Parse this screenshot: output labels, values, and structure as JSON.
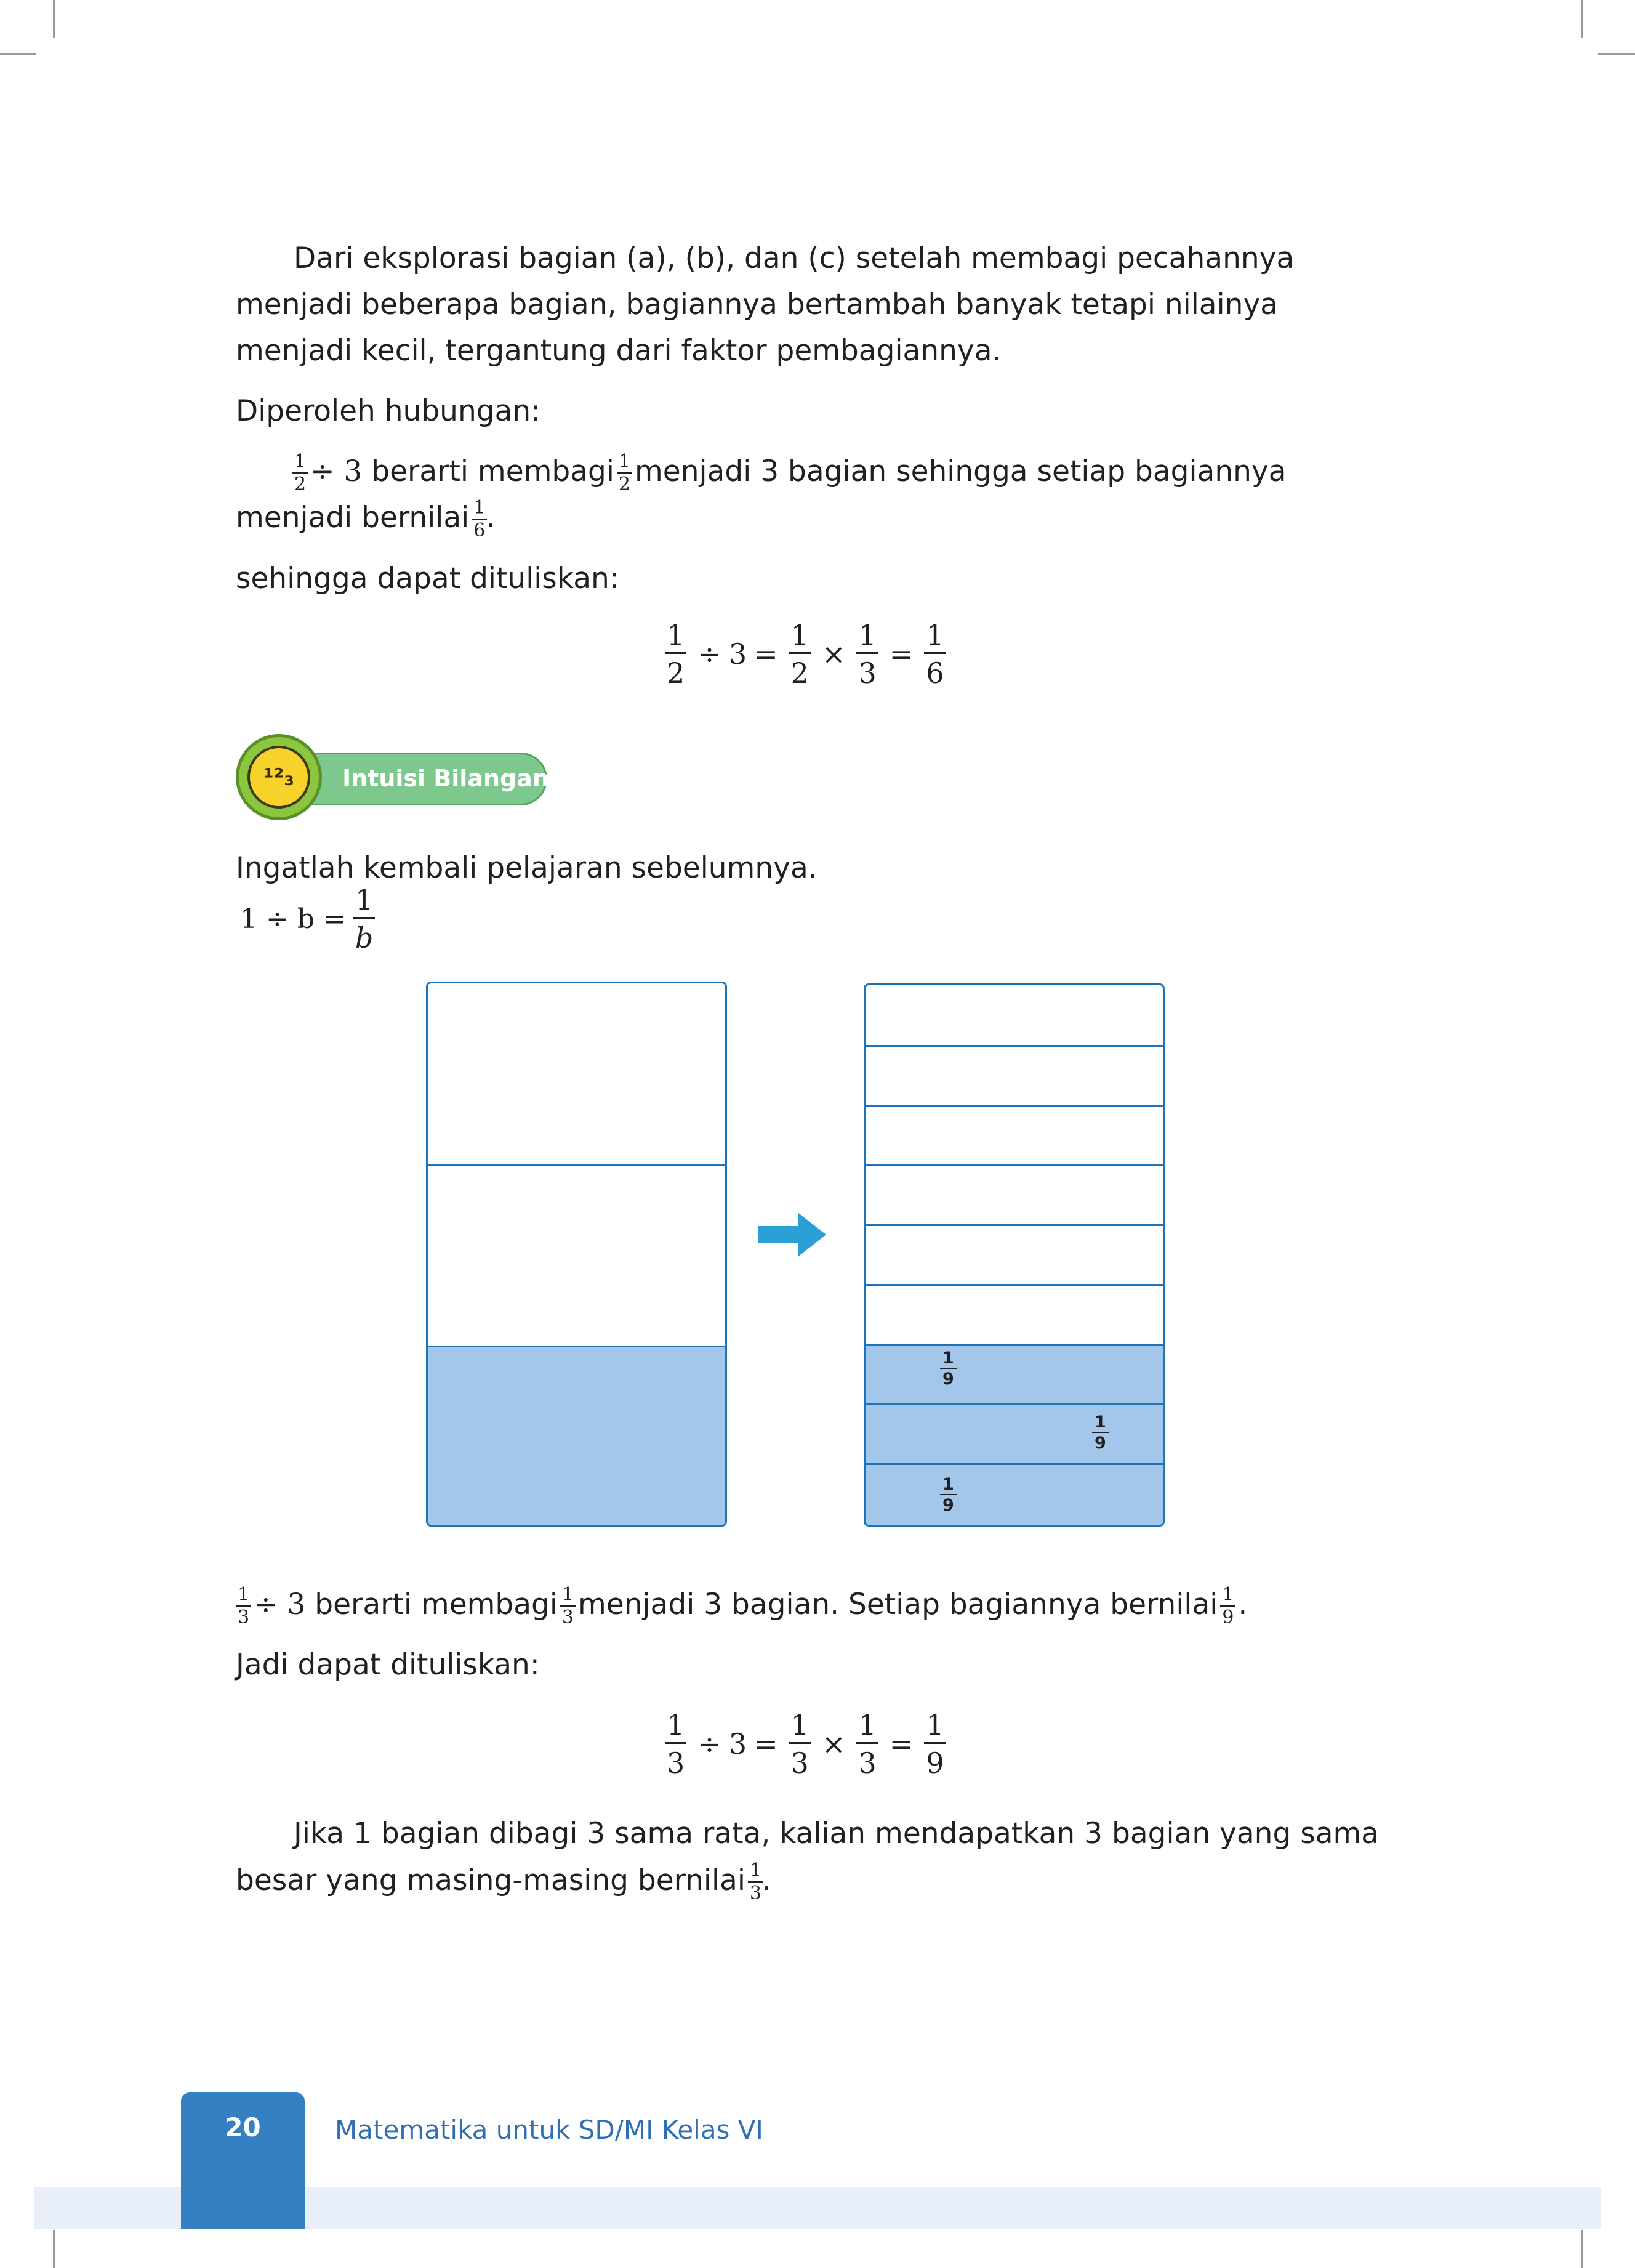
{
  "intro_paragraph": {
    "line1": "Dari eksplorasi bagian (a), (b), dan (c) setelah membagi pecahannya",
    "line2": "menjadi beberapa bagian, bagiannya bertambah banyak tetapi nilainya",
    "line3": "menjadi kecil, tergantung dari faktor pembagiannya."
  },
  "relation_label": "Diperoleh hubungan:",
  "relation_1": {
    "frac_half": {
      "num": "1",
      "den": "2"
    },
    "div_text": "÷ 3",
    "text_a": "berarti membagi",
    "text_b": "menjadi 3 bagian sehingga setiap bagiannya",
    "line2_text": "menjadi bernilai",
    "frac_sixth": {
      "num": "1",
      "den": "6"
    },
    "period": "."
  },
  "written_label": "sehingga dapat dituliskan:",
  "equation_1": {
    "f1": {
      "num": "1",
      "den": "2"
    },
    "div": "÷",
    "three": "3",
    "eq": "=",
    "f2": {
      "num": "1",
      "den": "2"
    },
    "times": "×",
    "f3": {
      "num": "1",
      "den": "3"
    },
    "eq2": "=",
    "f4": {
      "num": "1",
      "den": "6"
    }
  },
  "badge": {
    "icon_glyph": "¹²₃",
    "label": "Intuisi Bilangan"
  },
  "recall_text": "Ingatlah kembali pelajaran sebelumnya.",
  "recall_formula": {
    "lhs": "1 ÷ b =",
    "num": "1",
    "den": "b"
  },
  "figure": {
    "left_rows": 3,
    "left_shaded_rows": 1,
    "right_rows": 9,
    "right_shaded_rows": 3,
    "labels": [
      {
        "num": "1",
        "den": "9"
      },
      {
        "num": "1",
        "den": "9"
      },
      {
        "num": "1",
        "den": "9"
      }
    ],
    "outline_color": "#1e73b9",
    "fill_color": "#a3c7ea",
    "arrow_color": "#2aa0d6"
  },
  "relation_2": {
    "frac_third": {
      "num": "1",
      "den": "3"
    },
    "div_text": "÷ 3",
    "text_a": "berarti membagi",
    "text_b": "menjadi 3 bagian. Setiap bagiannya bernilai",
    "frac_ninth": {
      "num": "1",
      "den": "9"
    },
    "period": "."
  },
  "written_label_2": "Jadi dapat dituliskan:",
  "equation_2": {
    "f1": {
      "num": "1",
      "den": "3"
    },
    "div": "÷",
    "three": "3",
    "eq": "=",
    "f2": {
      "num": "1",
      "den": "3"
    },
    "times": "×",
    "f3": {
      "num": "1",
      "den": "3"
    },
    "eq2": "=",
    "f4": {
      "num": "1",
      "den": "9"
    }
  },
  "closing_paragraph": {
    "line1": "Jika 1 bagian dibagi 3 sama rata, kalian mendapatkan 3 bagian yang sama",
    "line2": "besar yang masing-masing bernilai",
    "frac": {
      "num": "1",
      "den": "3"
    },
    "period": "."
  },
  "footer": {
    "page_number": "20",
    "running_title": "Matematika untuk SD/MI Kelas VI"
  }
}
